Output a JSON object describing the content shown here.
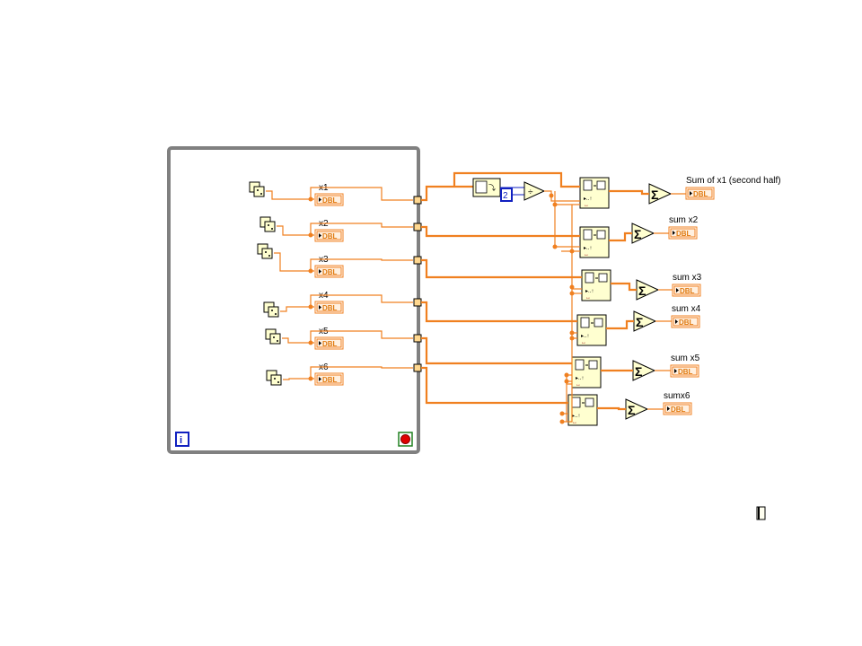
{
  "diagram": {
    "loop": {
      "type": "while-loop",
      "iteration_terminal": "i",
      "stop_terminal": "stop"
    },
    "constants": {
      "divisor": "2"
    },
    "indicator_type": "DBL",
    "channels": [
      {
        "id": "x1",
        "label": "x1",
        "output_label": "Sum of x1 (second half)"
      },
      {
        "id": "x2",
        "label": "x2",
        "output_label": "sum x2"
      },
      {
        "id": "x3",
        "label": "x3",
        "output_label": "sum x3"
      },
      {
        "id": "x4",
        "label": "x4",
        "output_label": "sum x4"
      },
      {
        "id": "x5",
        "label": "x5",
        "output_label": "sum x5"
      },
      {
        "id": "x6",
        "label": "x6",
        "output_label": "sumx6"
      }
    ],
    "colors": {
      "wire": "#f08020",
      "loop_border": "#808080",
      "node_fill": "#ffffd0",
      "constant_border": "#1020c0",
      "stop_fill": "#e00000"
    }
  }
}
